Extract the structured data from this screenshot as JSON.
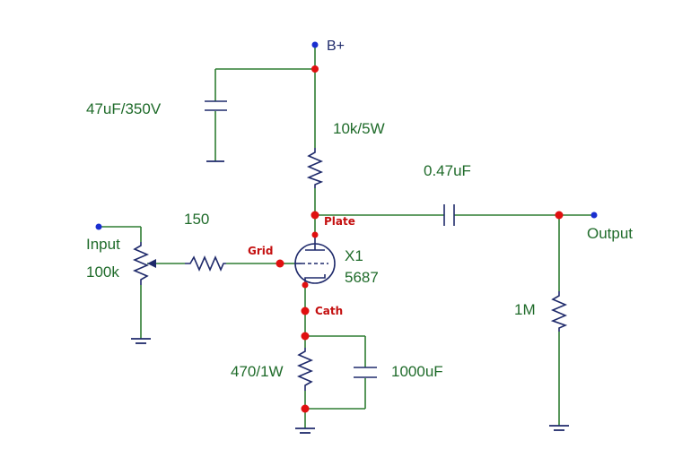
{
  "labels": {
    "bplus": "B+",
    "cap_supply": "47uF/350V",
    "res_plate": "10k/5W",
    "cap_coupling": "0.47uF",
    "output": "Output",
    "input": "Input",
    "pot": "100k",
    "res_grid": "150",
    "res_load": "1M",
    "tube_ref": "X1",
    "tube_type": "5687",
    "res_cathode": "470/1W",
    "cap_cathode": "1000uF"
  },
  "pins": {
    "plate": "Plate",
    "grid": "Grid",
    "cathode": "Cath"
  },
  "colors": {
    "wire": "#2e7d32",
    "component": "#1f2a6b",
    "node": "#e01010",
    "terminal": "#1a2fd0",
    "label": "#1f6b2a",
    "pin_label": "#c41010"
  }
}
